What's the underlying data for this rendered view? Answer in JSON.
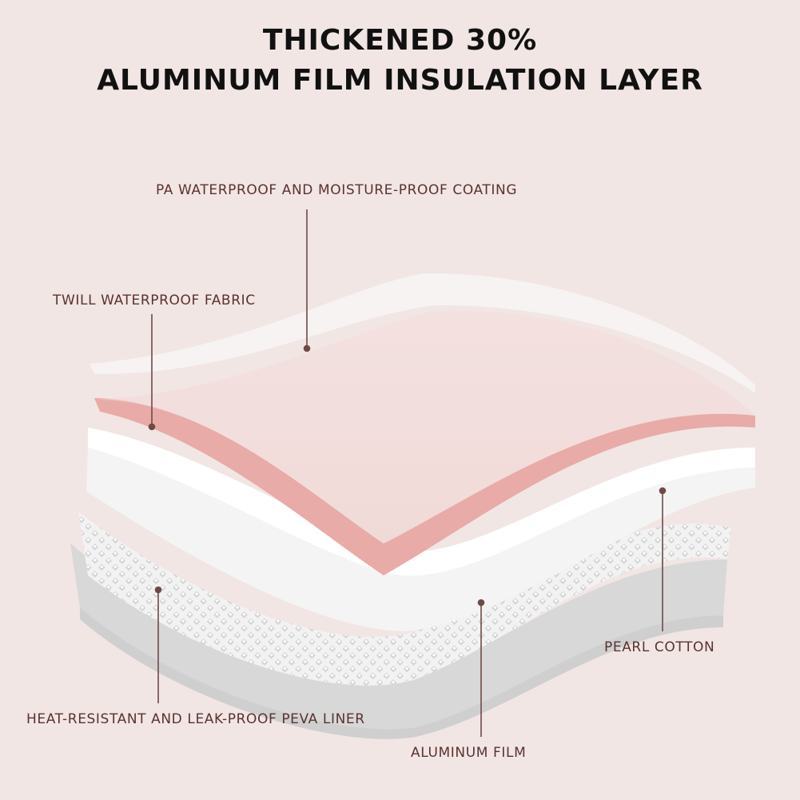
{
  "header": {
    "title_line1": "THICKENED 30%",
    "title_line2": "ALUMINUM FILM INSULATION LAYER"
  },
  "labels": {
    "pa_coating": "PA WATERPROOF AND MOISTURE-PROOF COATING",
    "twill_fabric": "TWILL WATERPROOF FABRIC",
    "pearl_cotton": "PEARL COTTON",
    "peva_liner": "HEAT-RESISTANT AND LEAK-PROOF PEVA LINER",
    "aluminum_film": "ALUMINUM FILM"
  },
  "colors": {
    "background": "#f1e6e4",
    "pa_coating": "#f2f0ef",
    "twill_fabric": "#e8aaa6",
    "pearl_cotton": "#fbfbfb",
    "aluminum_film": "#eeeeee",
    "peva_liner": "#d6d6d6",
    "leader_line": "#6e4a47",
    "label_text": "#5a3230"
  }
}
